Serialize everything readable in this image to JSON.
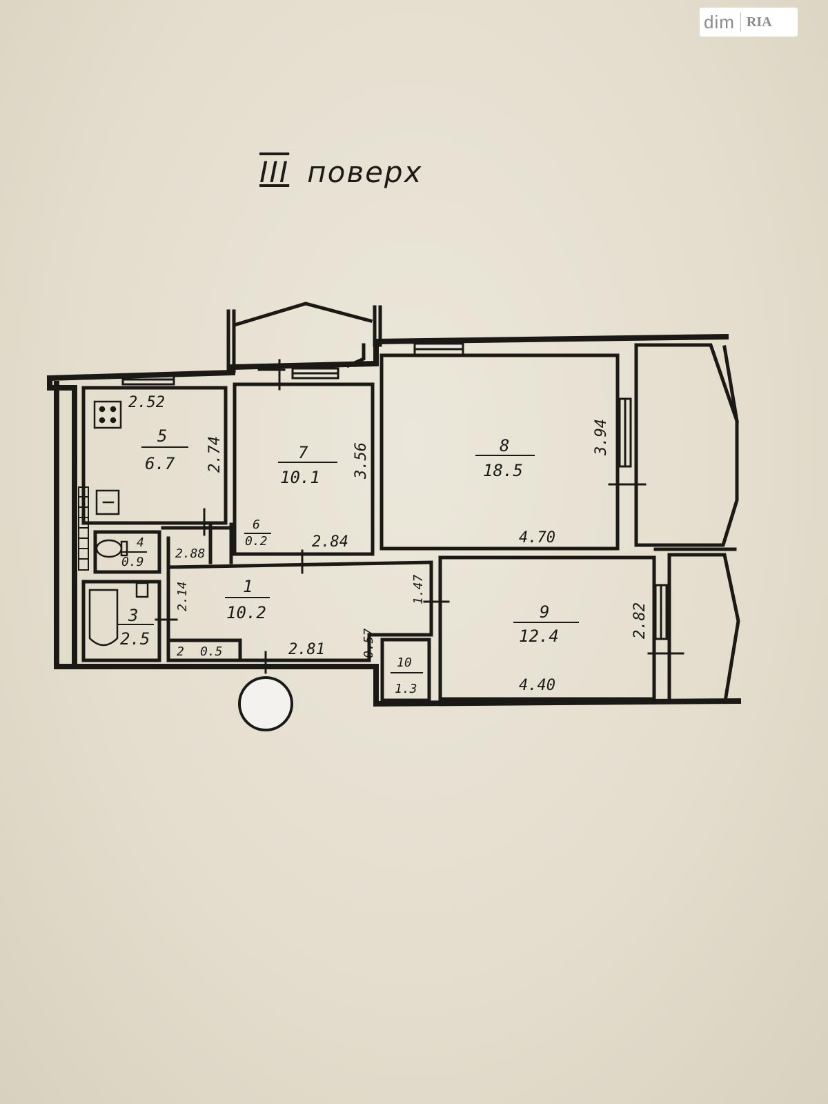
{
  "watermark": {
    "text": "dim",
    "logo": "RIA"
  },
  "title": {
    "roman": "III",
    "word": "поверх"
  },
  "rooms": [
    {
      "key": "r5",
      "number": "5",
      "area": "6.7"
    },
    {
      "key": "r7",
      "number": "7",
      "area": "10.1"
    },
    {
      "key": "r8",
      "number": "8",
      "area": "18.5"
    },
    {
      "key": "r9",
      "number": "9",
      "area": "12.4"
    },
    {
      "key": "r1",
      "number": "1",
      "area": "10.2"
    },
    {
      "key": "r3",
      "number": "3",
      "area": "2.5"
    },
    {
      "key": "r4",
      "number": "4",
      "area": "0.9"
    },
    {
      "key": "r6",
      "number": "6",
      "area": "0.2"
    },
    {
      "key": "r10",
      "number": "10",
      "area": "1.3"
    },
    {
      "key": "r2",
      "number": "2",
      "area": "0.5"
    }
  ],
  "dimensions": [
    "2.52",
    "2.74",
    "3.56",
    "3.94",
    "4.70",
    "2.84",
    "2.88",
    "2.14",
    "1.47",
    "0.57",
    "2.81",
    "2.82",
    "4.40"
  ],
  "colors": {
    "ink": "#1b1915",
    "paper": "#e6e1d2"
  }
}
